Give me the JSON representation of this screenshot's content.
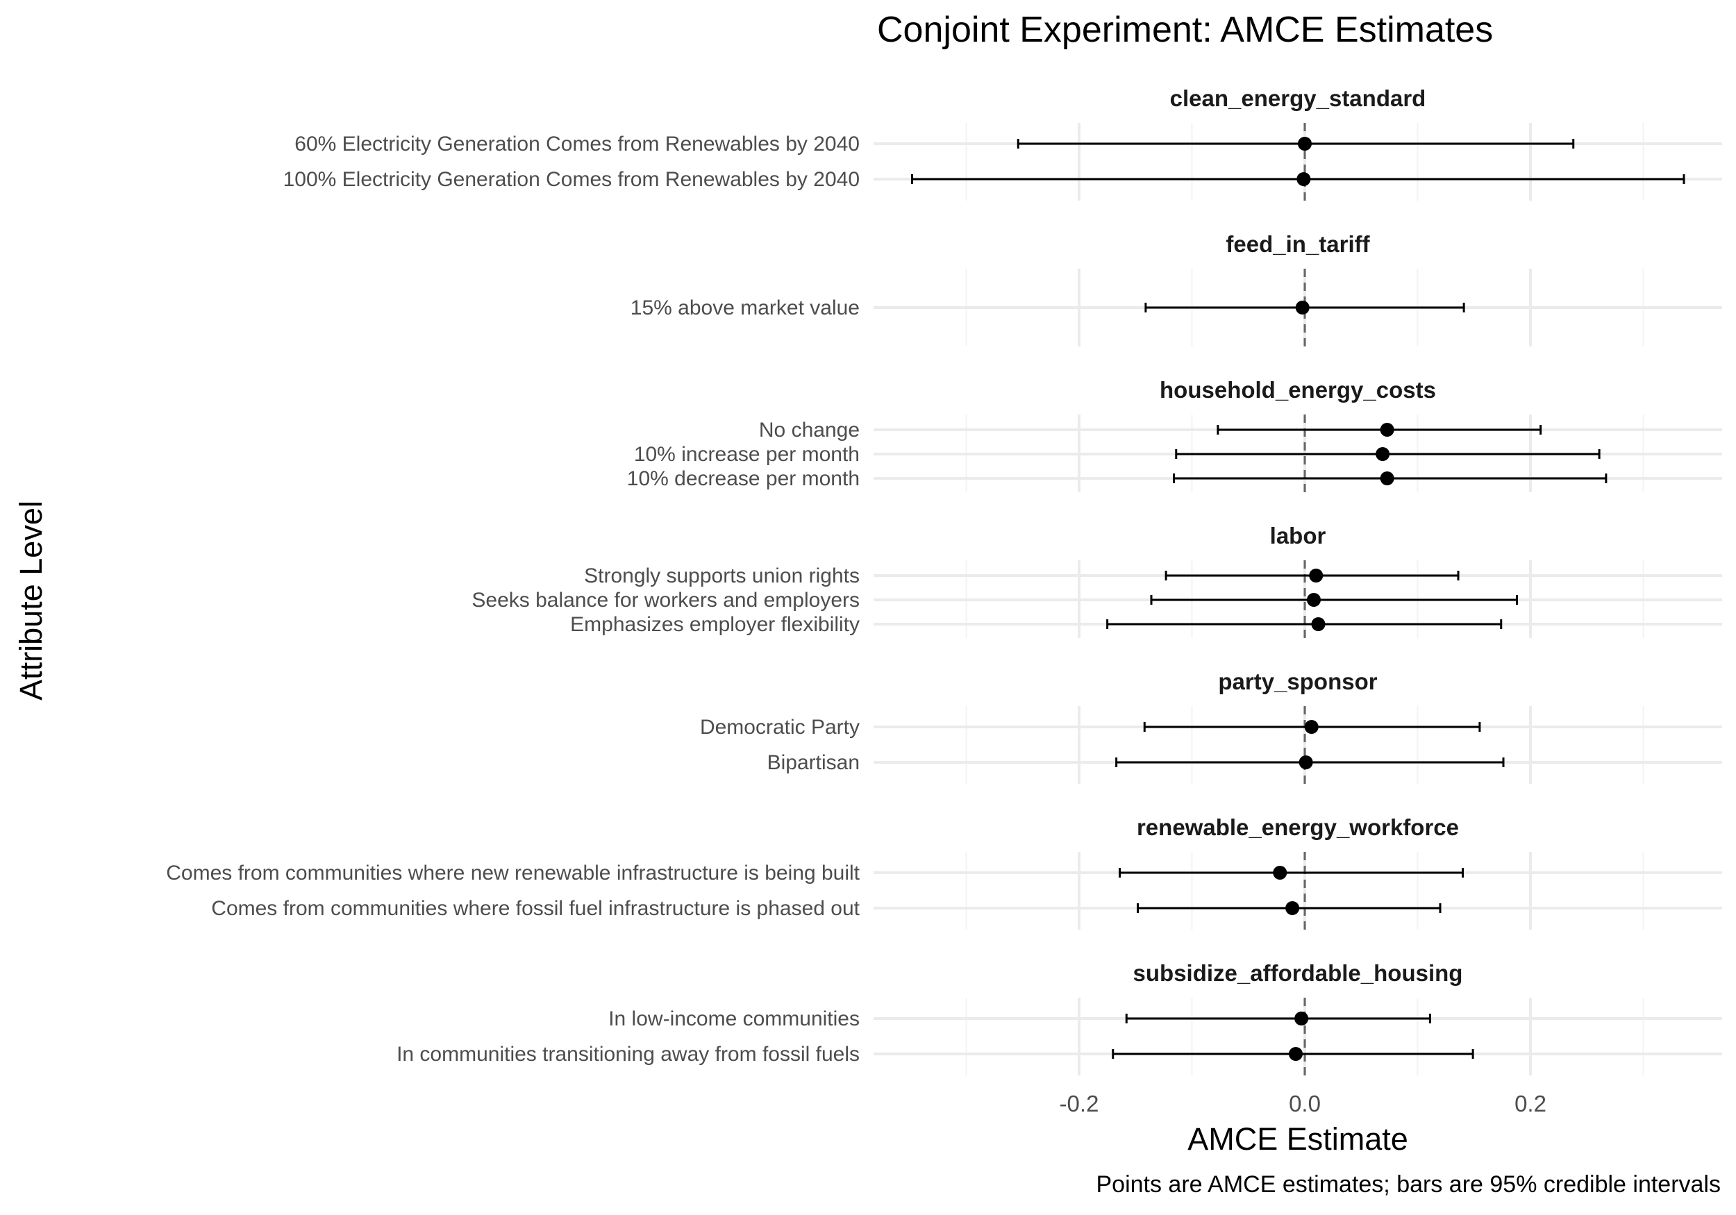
{
  "chart_data": {
    "type": "scatter",
    "subtype": "dot-and-whisker (faceted)",
    "title": "Conjoint Experiment: AMCE Estimates",
    "xlabel": "AMCE Estimate",
    "ylabel": "Attribute Level",
    "caption": "Points are AMCE estimates; bars are 95% credible intervals",
    "xlim": [
      -0.37,
      0.37
    ],
    "x_ticks": [
      {
        "value": -0.2,
        "label": "-0.2"
      },
      {
        "value": 0.0,
        "label": "0.0"
      },
      {
        "value": 0.2,
        "label": "0.2"
      }
    ],
    "x_minor_gridlines": [
      -0.3,
      -0.1,
      0.1,
      0.3
    ],
    "reference_line": {
      "x": 0,
      "style": "dashed",
      "color": "#666666"
    },
    "grid": true,
    "legend": "none",
    "colors": {
      "point": "#000000",
      "errorbar": "#000000",
      "grid_major": "#ebebeb",
      "grid_minor": "#f3f3f3",
      "axis_text": "#4d4d4d",
      "strip_text": "#1a1a1a"
    },
    "facets": [
      {
        "name": "clean_energy_standard",
        "levels": [
          {
            "label": "60% Electricity Generation Comes from Renewables by 2040",
            "estimate": 0.0,
            "lower": -0.254,
            "upper": 0.238
          },
          {
            "label": "100% Electricity Generation Comes from Renewables by 2040",
            "estimate": -0.001,
            "lower": -0.348,
            "upper": 0.336
          }
        ]
      },
      {
        "name": "feed_in_tariff",
        "levels": [
          {
            "label": "15% above market value",
            "estimate": -0.002,
            "lower": -0.141,
            "upper": 0.141
          }
        ]
      },
      {
        "name": "household_energy_costs",
        "levels": [
          {
            "label": "No change",
            "estimate": 0.073,
            "lower": -0.077,
            "upper": 0.209
          },
          {
            "label": "10% increase per month",
            "estimate": 0.069,
            "lower": -0.114,
            "upper": 0.261
          },
          {
            "label": "10% decrease per month",
            "estimate": 0.073,
            "lower": -0.116,
            "upper": 0.267
          }
        ]
      },
      {
        "name": "labor",
        "levels": [
          {
            "label": "Strongly supports union rights",
            "estimate": 0.01,
            "lower": -0.123,
            "upper": 0.136
          },
          {
            "label": "Seeks balance for workers and employers",
            "estimate": 0.008,
            "lower": -0.136,
            "upper": 0.188
          },
          {
            "label": "Emphasizes employer flexibility",
            "estimate": 0.012,
            "lower": -0.175,
            "upper": 0.174
          }
        ]
      },
      {
        "name": "party_sponsor",
        "levels": [
          {
            "label": "Democratic Party",
            "estimate": 0.006,
            "lower": -0.142,
            "upper": 0.155
          },
          {
            "label": "Bipartisan",
            "estimate": 0.001,
            "lower": -0.167,
            "upper": 0.176
          }
        ]
      },
      {
        "name": "renewable_energy_workforce",
        "levels": [
          {
            "label": "Comes from communities where new renewable infrastructure is being built",
            "estimate": -0.022,
            "lower": -0.164,
            "upper": 0.14
          },
          {
            "label": "Comes from communities where fossil fuel infrastructure is phased out",
            "estimate": -0.011,
            "lower": -0.148,
            "upper": 0.12
          }
        ]
      },
      {
        "name": "subsidize_affordable_housing",
        "levels": [
          {
            "label": "In low-income communities",
            "estimate": -0.003,
            "lower": -0.158,
            "upper": 0.111
          },
          {
            "label": "In communities transitioning away from fossil fuels",
            "estimate": -0.008,
            "lower": -0.17,
            "upper": 0.149
          }
        ]
      }
    ]
  }
}
